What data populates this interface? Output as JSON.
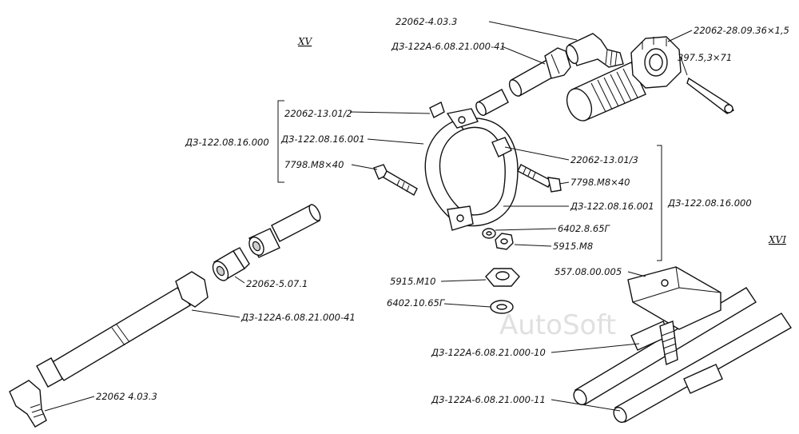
{
  "sections": {
    "xv": "XV",
    "xvi": "XVI"
  },
  "watermark": "AutoSoft",
  "labels": {
    "a1": "22062-4.03.3",
    "a2": "ДЗ-122А-6.08.21.000-41",
    "a3": "22062-28.09.36×1,5",
    "a4": "397.5,3×71",
    "b1": "22062-13.01/2",
    "b2": "ДЗ-122.08.16.001",
    "b3": "7798.М8×40",
    "bgroup": "ДЗ-122.08.16.000",
    "c1": "22062-13.01/3",
    "c2": "7798.М8×40",
    "c3": "ДЗ-122.08.16.001",
    "c4": "6402.8.65Г",
    "c5": "5915.М8",
    "cgroup": "ДЗ-122.08.16.000",
    "d1": "22062-5.07.1",
    "d2": "ДЗ-122А-6.08.21.000-41",
    "d3": "22062 4.03.3",
    "e1": "5915.М10",
    "e2": "6402.10.65Г",
    "f1": "557.08.00.005",
    "f2": "ДЗ-122А-6.08.21.000-10",
    "f3": "ДЗ-122А-6.08.21.000-11"
  }
}
